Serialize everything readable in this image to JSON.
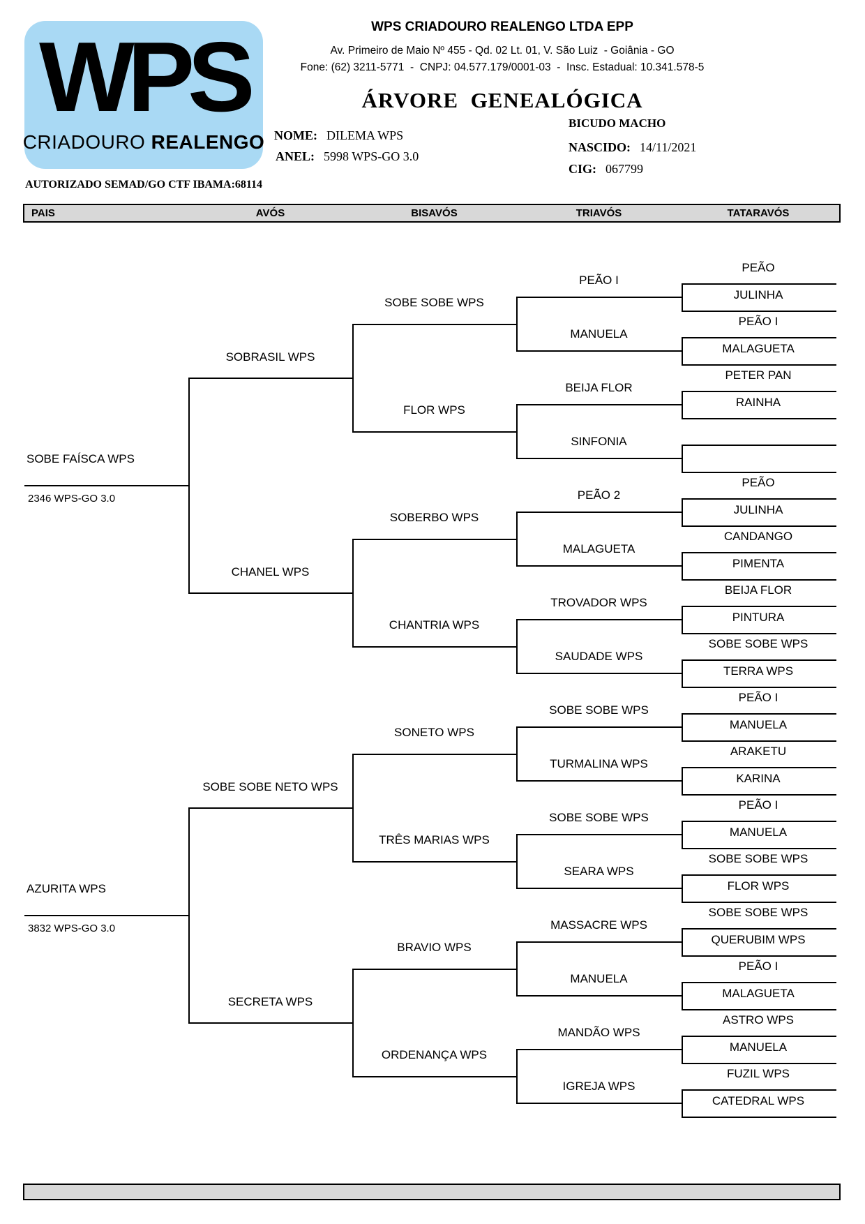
{
  "header": {
    "logo": {
      "brand": "WPS",
      "sub_regular": "CRIADOURO",
      "sub_bold": "REALENGO"
    },
    "company": "WPS CRIADOURO REALENGO LTDA EPP",
    "address": "Av. Primeiro de Maio Nº 455 - Qd. 02 Lt. 01, V. São Luiz  - Goiânia - GO",
    "contact": "Fone: (62) 3211-5771  -  CNPJ: 04.577.179/0001-03  -  Insc. Estadual: 10.341.578-5",
    "title": "ÁRVORE  GENEALÓGICA",
    "nome_label": "NOME:",
    "nome": "DILEMA WPS",
    "anel_label": "ANEL:",
    "anel": "5998 WPS-GO 3.0",
    "sexo": "BICUDO MACHO",
    "nascido_label": "NASCIDO:",
    "nascido": "14/11/2021",
    "cig_label": "CIG:",
    "cig": "067799",
    "autorizado": "AUTORIZADO SEMAD/GO CTF IBAMA:68114"
  },
  "columns": [
    "PAIS",
    "AVÓS",
    "BISAVÓS",
    "TRIAVÓS",
    "TATARAVÓS"
  ],
  "tree": {
    "pais": [
      {
        "name": "SOBE FAÍSCA WPS",
        "ring": "2346 WPS-GO 3.0"
      },
      {
        "name": "AZURITA WPS",
        "ring": "3832 WPS-GO 3.0"
      }
    ],
    "avos": [
      "SOBRASIL WPS",
      "CHANEL WPS",
      "SOBE SOBE NETO WPS",
      "SECRETA WPS"
    ],
    "bisavos": [
      "SOBE SOBE WPS",
      "FLOR WPS",
      "SOBERBO WPS",
      "CHANTRIA WPS",
      "SONETO WPS",
      "TRÊS MARIAS WPS",
      "BRAVIO WPS",
      "ORDENANÇA WPS"
    ],
    "triavos": [
      "PEÃO I",
      "MANUELA",
      "BEIJA FLOR",
      "SINFONIA",
      "PEÃO 2",
      "MALAGUETA",
      "TROVADOR WPS",
      "SAUDADE WPS",
      "SOBE SOBE WPS",
      "TURMALINA WPS",
      "SOBE SOBE WPS",
      "SEARA WPS",
      "MASSACRE WPS",
      "MANUELA",
      "MANDÃO WPS",
      "IGREJA WPS"
    ],
    "tataravos": [
      "PEÃO",
      "JULINHA",
      "PEÃO I",
      "MALAGUETA",
      "PETER PAN",
      "RAINHA",
      "",
      "",
      "PEÃO",
      "JULINHA",
      "CANDANGO",
      "PIMENTA",
      "BEIJA FLOR",
      "PINTURA",
      "SOBE SOBE WPS",
      "TERRA WPS",
      "PEÃO I",
      "MANUELA",
      "ARAKETU",
      "KARINA",
      "PEÃO I",
      "MANUELA",
      "SOBE SOBE WPS",
      "FLOR WPS",
      "SOBE SOBE WPS",
      "QUERUBIM WPS",
      "PEÃO I",
      "MALAGUETA",
      "ASTRO WPS",
      "MANUELA",
      "FUZIL WPS",
      "CATEDRAL WPS"
    ]
  },
  "colors": {
    "logo_bg": "#a9d9f4",
    "bar_bg": "#d8d8d8",
    "line": "#000000"
  }
}
